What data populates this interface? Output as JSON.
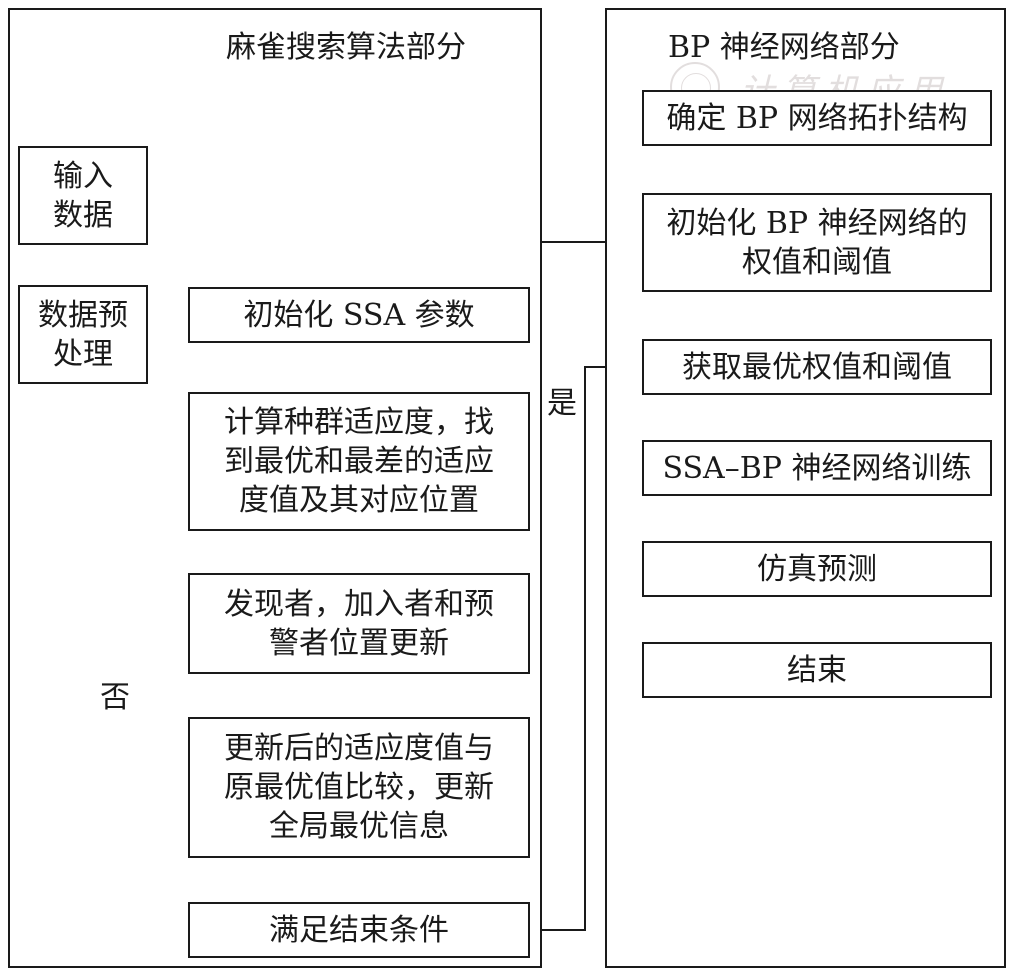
{
  "left_panel": {
    "title": "麻雀搜索算法部分"
  },
  "right_panel": {
    "title": "BP 神经网络部分"
  },
  "watermark": {
    "text": "计算机应用"
  },
  "nodes": {
    "input_data": "输入\n数据",
    "preprocess": "数据预\n处理",
    "init_ssa": "初始化 SSA 参数",
    "compute_fitness": "计算种群适应度，找\n到最优和最差的适应\n度值及其对应位置",
    "update_positions": "发现者，加入者和预\n警者位置更新",
    "compare_update": "更新后的适应度值与\n原最优值比较，更新\n全局最优信息",
    "end_condition": "满足结束条件",
    "bp_topology": "确定 BP 网络拓扑结构",
    "bp_init": "初始化 BP 神经网络的\n权值和阈值",
    "get_optimal": "获取最优权值和阈值",
    "ssa_bp_train": "SSA–BP 神经网络训练",
    "simulate": "仿真预测",
    "finish": "结束"
  },
  "edge_labels": {
    "yes": "是",
    "no": "否"
  }
}
